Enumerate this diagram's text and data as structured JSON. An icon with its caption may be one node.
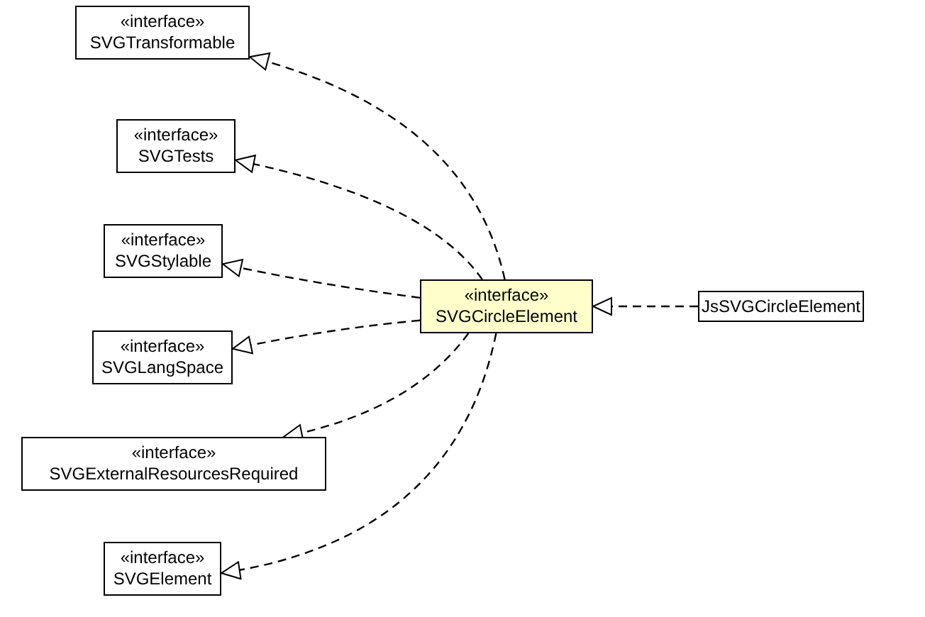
{
  "diagram": {
    "nodes": [
      {
        "text": [
          "«interface»",
          "SVGTransformable"
        ]
      },
      {
        "text": [
          "«interface»",
          "SVGTests"
        ]
      },
      {
        "text": [
          "«interface»",
          "SVGStylable"
        ]
      },
      {
        "text": [
          "«interface»",
          "SVGLangSpace"
        ]
      },
      {
        "text": [
          "«interface»",
          "SVGExternalResourcesRequired"
        ]
      },
      {
        "text": [
          "«interface»",
          "SVGElement"
        ]
      },
      {
        "text": [
          "«interface»",
          "SVGCircleElement"
        ]
      },
      {
        "text": [
          "JsSVGCircleElement"
        ]
      }
    ],
    "edges": [
      {
        "from": 6,
        "to": 0,
        "arrow": "to",
        "style": "dashed"
      },
      {
        "from": 6,
        "to": 1,
        "arrow": "to",
        "style": "dashed"
      },
      {
        "from": 6,
        "to": 2,
        "arrow": "to",
        "style": "dashed"
      },
      {
        "from": 6,
        "to": 3,
        "arrow": "to",
        "style": "dashed"
      },
      {
        "from": 6,
        "to": 4,
        "arrow": "to",
        "style": "dashed"
      },
      {
        "from": 6,
        "to": 5,
        "arrow": "to",
        "style": "dashed"
      },
      {
        "from": 7,
        "to": 6,
        "arrow": "to",
        "style": "dashed"
      }
    ]
  }
}
